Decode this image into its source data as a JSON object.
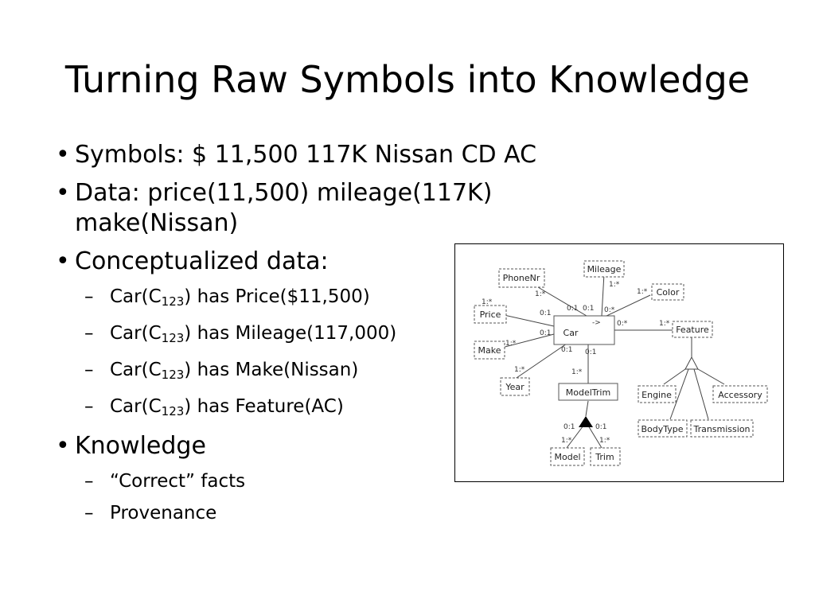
{
  "slide": {
    "title": "Turning Raw Symbols into Knowledge",
    "symbols": "Symbols:  $  11,500  117K  Nissan  CD  AC",
    "data_line1": "Data:  price(11,500)   mileage(117K)",
    "data_line2": "make(Nissan)",
    "conceptualized": "Conceptualized data:",
    "facts": [
      {
        "prefix": "Car(C",
        "sub": "123",
        "suffix": ") has Price($11,500)"
      },
      {
        "prefix": "Car(C",
        "sub": "123",
        "suffix": ") has Mileage(117,000)"
      },
      {
        "prefix": "Car(C",
        "sub": "123",
        "suffix": ") has Make(Nissan)"
      },
      {
        "prefix": "Car(C",
        "sub": "123",
        "suffix": ") has Feature(AC)"
      }
    ],
    "knowledge": "Knowledge",
    "knowledge_items": [
      "“Correct” facts",
      "Provenance"
    ]
  },
  "diagram": {
    "entities": {
      "phonenr": "PhoneNr",
      "mileage": "Mileage",
      "color": "Color",
      "price": "Price",
      "car": "Car",
      "feature": "Feature",
      "make": "Make",
      "year": "Year",
      "modeltrim": "ModelTrim",
      "engine": "Engine",
      "accessory": "Accessory",
      "bodytype": "BodyType",
      "transmission": "Transmission",
      "model": "Model",
      "trim": "Trim"
    },
    "labels": {
      "phonenr_one_many": "1:*",
      "phonenr_zero_one": "0:1",
      "mileage_one_many": "1:*",
      "mileage_zero_one": "0:1",
      "color_one_many": "1:*",
      "color_zero_many": "0:*",
      "price_one_many": "1:*",
      "price_zero_one": "0:1",
      "make_one_many": "1:*",
      "make_zero_one": "0:1",
      "year_one_many": "1:*",
      "year_zero_one": "0:1",
      "modeltrim_car_zero_one": "0:1",
      "modeltrim_one_many": "1:*",
      "feature_one_many": "1:*",
      "feature_zero_many": "0:*",
      "arrow": "->",
      "model_zero_one": "0:1",
      "model_one_many": "1:*",
      "trim_zero_one": "0:1",
      "trim_one_many": "1:*"
    }
  }
}
